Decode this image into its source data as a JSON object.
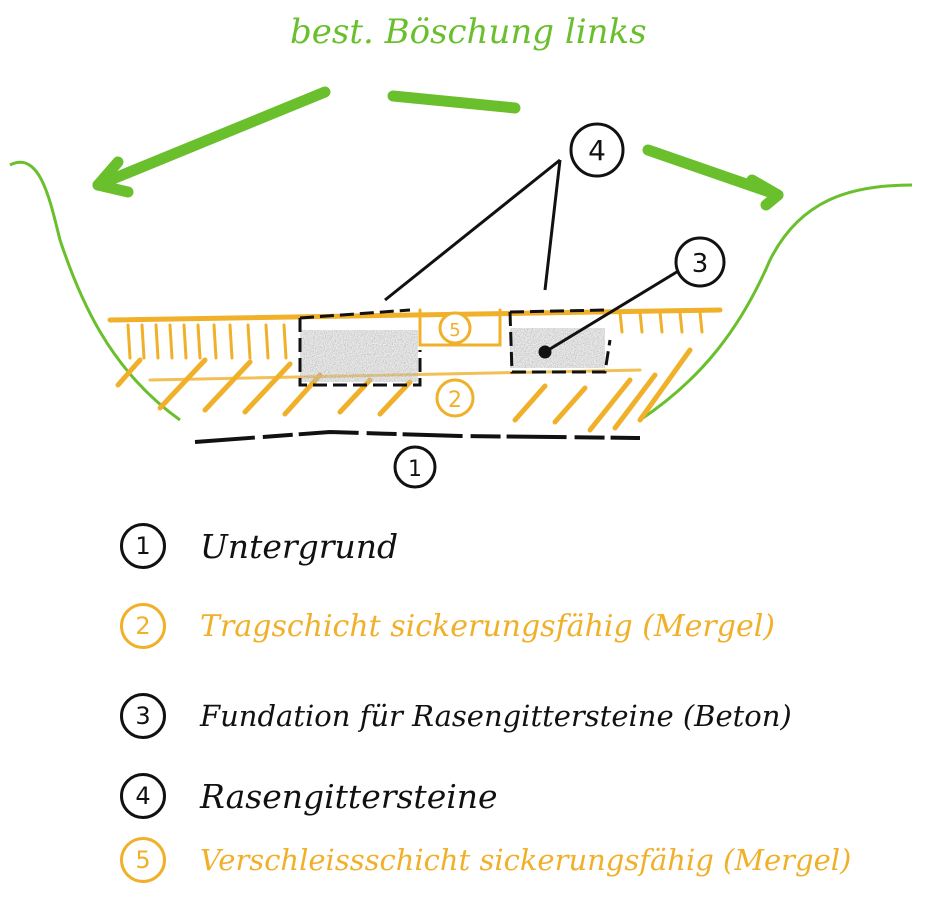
{
  "colors": {
    "green": "#6abf2c",
    "orange": "#f0b02a",
    "black": "#111111",
    "grey": "#9a9a9a"
  },
  "title": "best. Böschung links",
  "callouts": {
    "c1": "1",
    "c2": "2",
    "c3": "3",
    "c4": "4",
    "c5": "5"
  },
  "legend": [
    {
      "num": "1",
      "text": "Untergrund",
      "color": "black"
    },
    {
      "num": "2",
      "text": "Tragschicht sickerungsfähig (Mergel)",
      "color": "orange"
    },
    {
      "num": "3",
      "text": "Fundation für Rasengittersteine (Beton)",
      "color": "black"
    },
    {
      "num": "4",
      "text": "Rasengittersteine",
      "color": "black"
    },
    {
      "num": "5",
      "text": "Verschleissschicht sickerungsfähig (Mergel)",
      "color": "orange"
    }
  ]
}
